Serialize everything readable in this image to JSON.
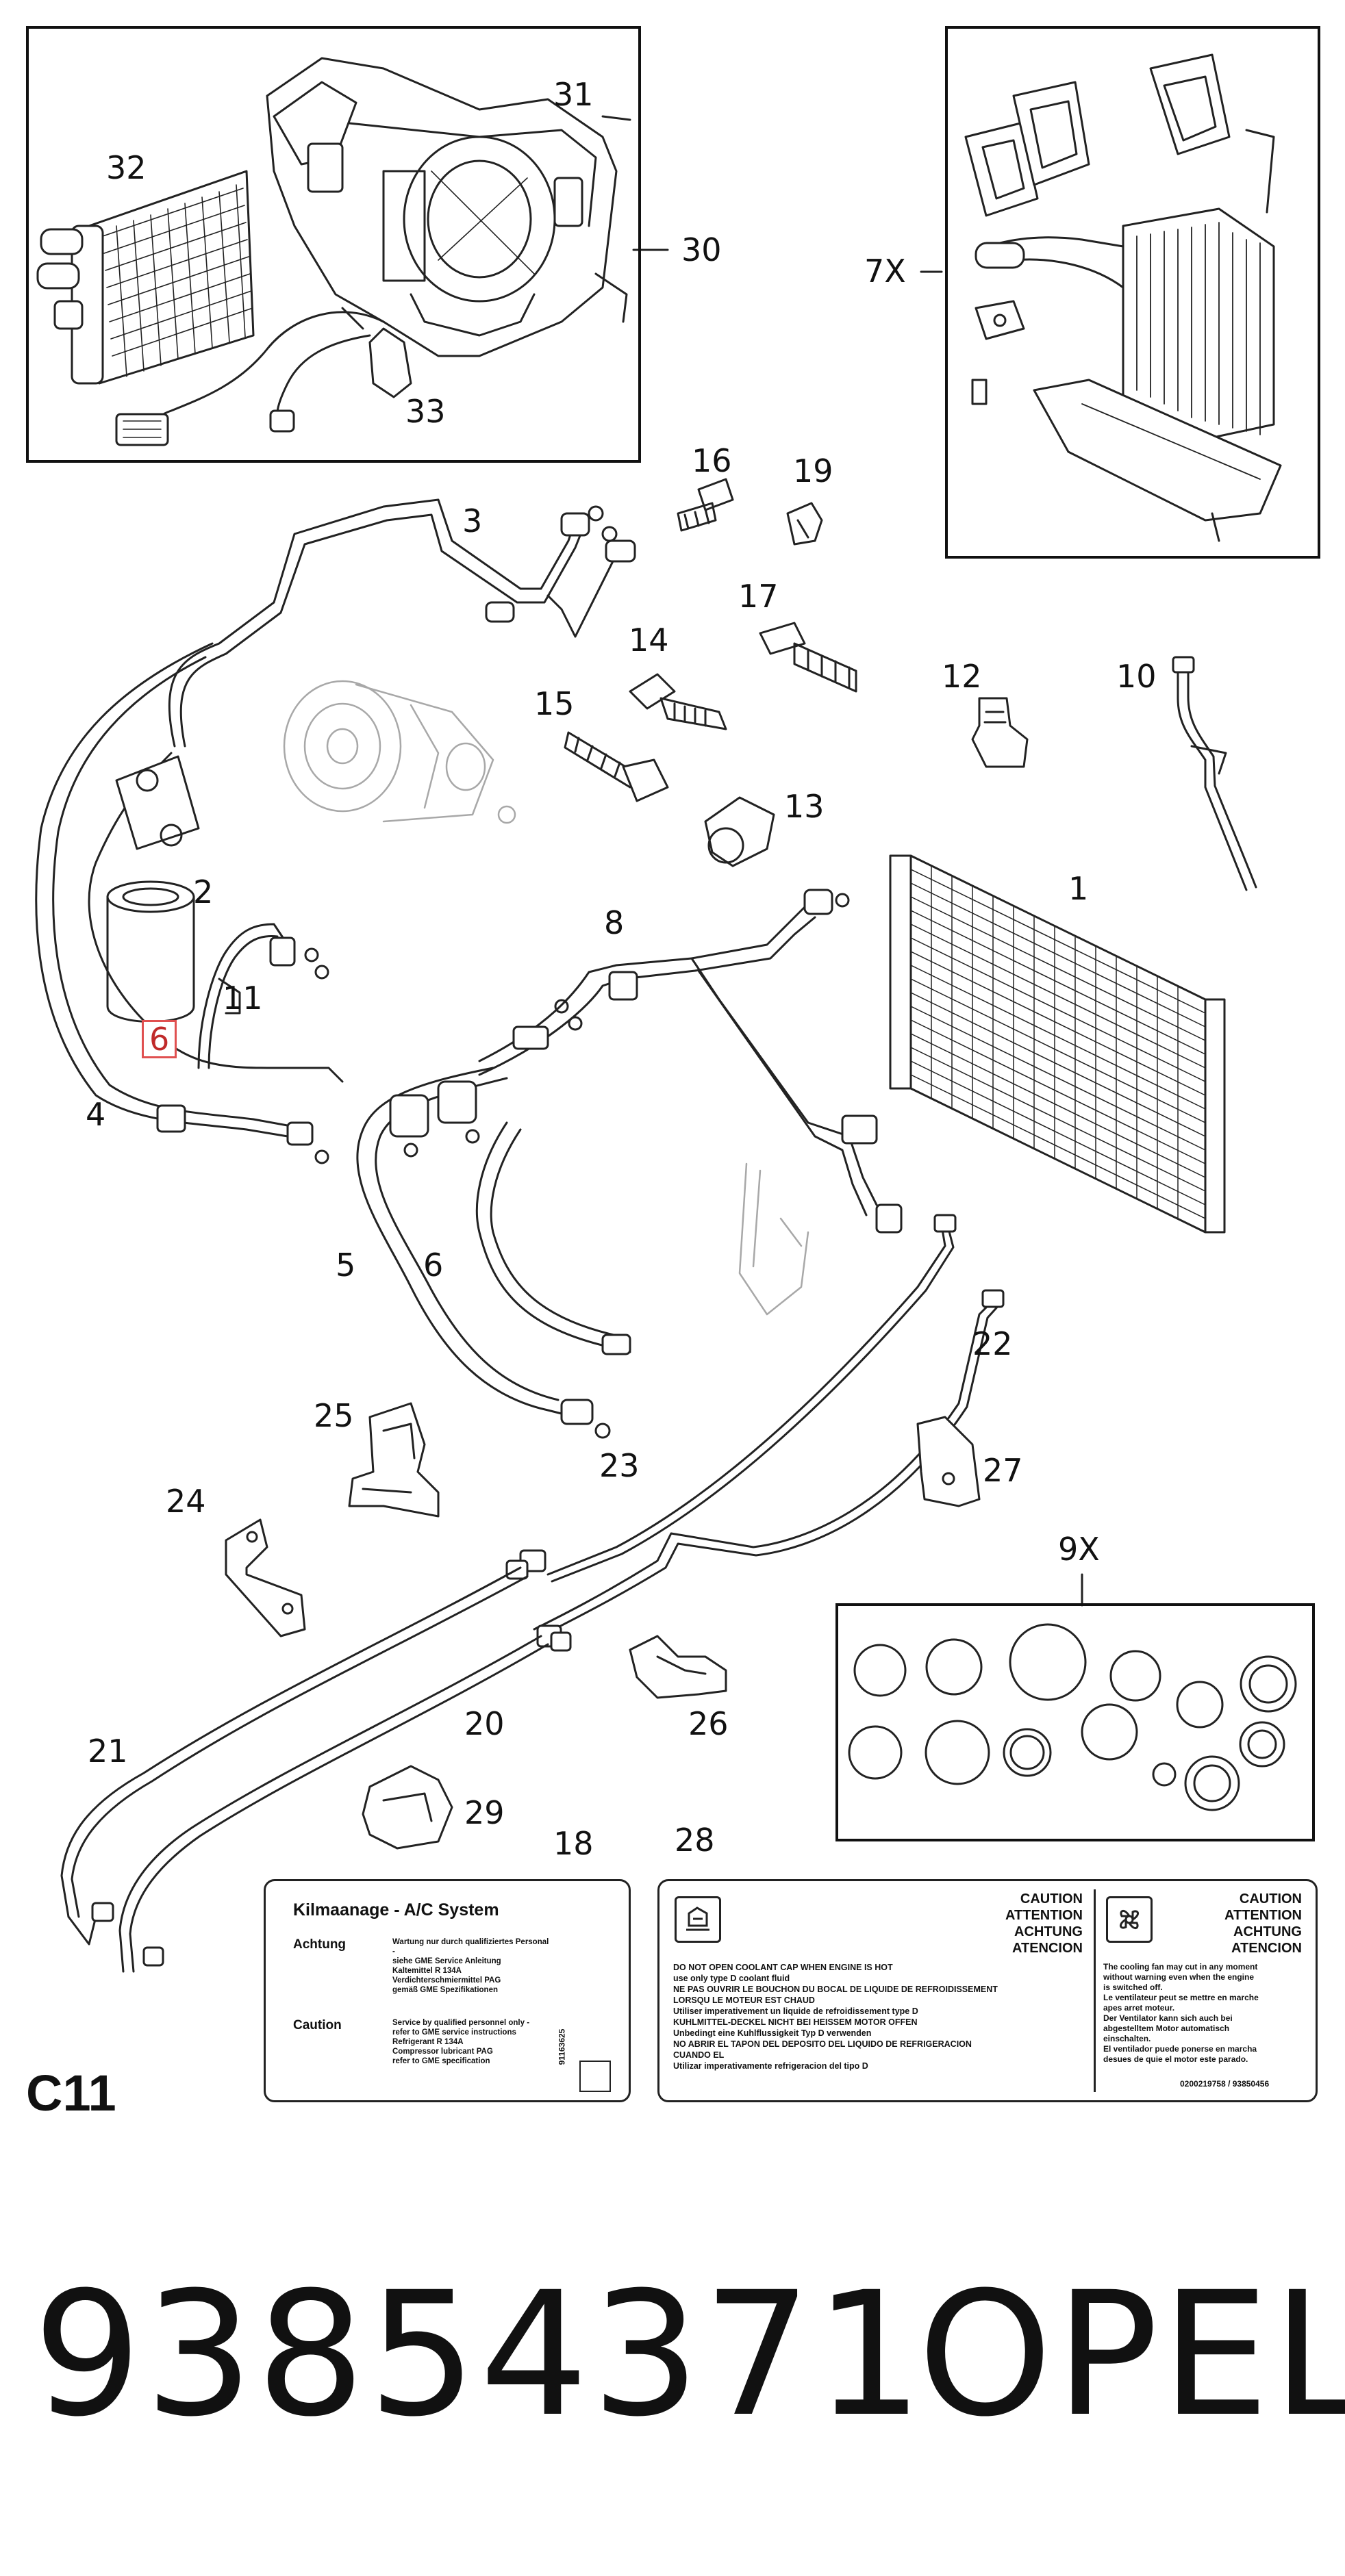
{
  "callouts": {
    "c1": "1",
    "c2": "2",
    "c3": "3",
    "c4": "4",
    "c5": "5",
    "c6a": "6",
    "c6b": "6",
    "c7x": "7X",
    "c8": "8",
    "c9x": "9X",
    "c10": "10",
    "c11": "11",
    "c12": "12",
    "c13": "13",
    "c14": "14",
    "c15": "15",
    "c16": "16",
    "c17": "17",
    "c18": "18",
    "c19": "19",
    "c20": "20",
    "c21": "21",
    "c22": "22",
    "c23": "23",
    "c24": "24",
    "c25": "25",
    "c26": "26",
    "c27": "27",
    "c28": "28",
    "c29": "29",
    "c30": "30",
    "c31": "31",
    "c32": "32",
    "c33": "33"
  },
  "page_code": "C11",
  "part_number": "93854371",
  "brand": "OPEL",
  "label_18": {
    "title": "Kilmaanage - A/C System",
    "achtung_key": "Achtung",
    "achtung_text": [
      "Wartung nur durch qualifiziertes Personal -",
      "siehe GME Service Anleitung",
      "Kaltemittel R 134A",
      "Verdichterschmiermittel PAG",
      "gemäß GME Spezifikationen"
    ],
    "caution_key": "Caution",
    "caution_text": [
      "Service by qualified personnel only -",
      "refer to GME service instructions",
      "Refrigerant R 134A",
      "Compressor lubricant PAG",
      "refer to GME specification"
    ],
    "vertical_code": "91163625"
  },
  "label_28": {
    "caution_left": [
      "CAUTION",
      "ATTENTION",
      "ACHTUNG",
      "ATENCION"
    ],
    "caution_right": [
      "CAUTION",
      "ATTENTION",
      "ACHTUNG",
      "ATENCION"
    ],
    "left_msgs": [
      "DO NOT OPEN COOLANT CAP WHEN ENGINE IS HOT",
      "use only type D coolant fluid",
      "NE PAS OUVRIR LE BOUCHON DU BOCAL DE LIQUIDE DE REFROIDISSEMENT",
      "LORSQU LE MOTEUR EST CHAUD",
      "Utiliser imperativement un liquide de refroidissement type D",
      "KUHLMITTEL-DECKEL NICHT BEI HEISSEM MOTOR OFFEN",
      "Unbedingt eine Kuhlflussigkeit Typ D verwenden",
      "NO ABRIR EL TAPON DEL DEPOSITO DEL LIQUIDO DE REFRIGERACION",
      "CUANDO EL",
      "Utilizar imperativamente refrigeracion del tipo D"
    ],
    "right_msgs": [
      "The cooling fan may cut in any moment",
      "without warning even when the engine",
      "is switched off.",
      "Le ventilateur peut se mettre en marche",
      "apes arret moteur.",
      "Der Ventilator kann sich auch bei",
      "abgestelltem Motor automatisch",
      "einschalten.",
      "El ventilador puede ponerse en marcha",
      "desues de quie el motor este parado."
    ],
    "ref_codes": "0200219758 / 93850456"
  },
  "colors": {
    "line": "#222222",
    "highlight": "#e05050",
    "ghost": "#a8a8a8"
  }
}
